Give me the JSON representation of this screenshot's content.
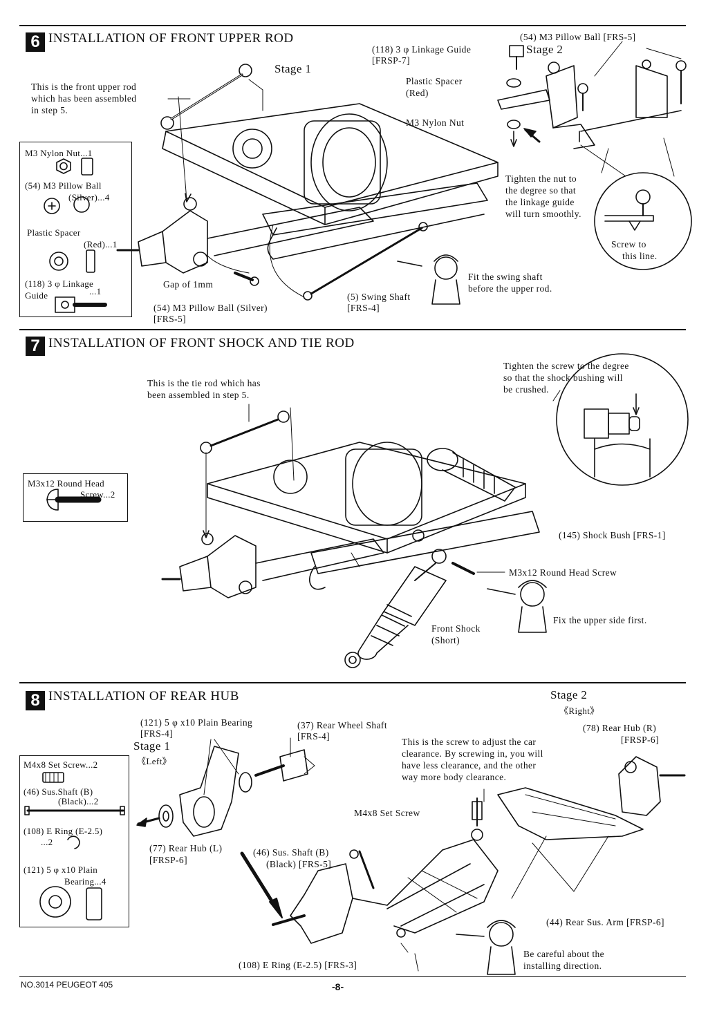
{
  "section6": {
    "number": "6",
    "title": "INSTALLATION OF FRONT UPPER ROD",
    "stage1": "Stage 1",
    "stage2": "Stage 2",
    "intro": [
      "This is the front upper rod",
      "which has been assembled",
      "in step 5."
    ],
    "parts_box": {
      "nylon_nut": "M3 Nylon Nut...1",
      "pillow_ball_1": "(54) M3 Pillow Ball",
      "pillow_ball_2": "(Silver)...4",
      "spacer_1": "Plastic Spacer",
      "spacer_2": "(Red)...1",
      "guide_1": "(118) 3 φ Linkage",
      "guide_2": "Guide",
      "guide_3": "...1"
    },
    "labels": {
      "pillow_ball_frs5_top": "(54) M3 Pillow Ball [FRS-5]",
      "linkage_guide_1": "(118) 3 φ Linkage Guide",
      "linkage_guide_2": "[FRSP-7]",
      "plastic_spacer_1": "Plastic Spacer",
      "plastic_spacer_2": "(Red)",
      "nylon_nut": "M3 Nylon Nut",
      "tighten": [
        "Tighten the nut to",
        "the degree so that",
        "the linkage guide",
        "will turn smoothly."
      ],
      "screw_to_1": "Screw to",
      "screw_to_2": "this line.",
      "gap": "Gap of 1mm",
      "pillow_ball_silver_1": "(54) M3 Pillow Ball (Silver)",
      "pillow_ball_silver_2": "[FRS-5]",
      "swing_shaft_1": "(5) Swing Shaft",
      "swing_shaft_2": "[FRS-4]",
      "fit_swing": [
        "Fit the swing shaft",
        "before the upper rod."
      ]
    }
  },
  "section7": {
    "number": "7",
    "title": "INSTALLATION OF FRONT SHOCK AND TIE ROD",
    "intro": [
      "This is the tie rod which has",
      "been assembled in step 5."
    ],
    "tighten_screw": [
      "Tighten the screw to the degree",
      "so that the shock bushing will",
      "be crushed."
    ],
    "parts_box": {
      "screw_1": "M3x12 Round Head",
      "screw_2": "Screw...2"
    },
    "labels": {
      "shock_bush": "(145) Shock Bush [FRS-1]",
      "round_head": "M3x12 Round Head Screw",
      "fix_upper": "Fix the upper side first.",
      "front_shock_1": "Front Shock",
      "front_shock_2": "(Short)"
    }
  },
  "section8": {
    "number": "8",
    "title": "INSTALLATION OF REAR HUB",
    "stage1": "Stage 1",
    "stage1_sub": "《Left》",
    "stage2": "Stage 2",
    "stage2_sub": "《Right》",
    "parts_box": {
      "set_screw": "M4x8 Set Screw...2",
      "sus_shaft_1": "(46) Sus.Shaft (B)",
      "sus_shaft_2": "(Black)...2",
      "e_ring_1": "(108) E Ring (E-2.5)",
      "e_ring_2": "...2",
      "bearing_1": "(121) 5 φ x10 Plain",
      "bearing_2": "Bearing...4"
    },
    "labels": {
      "plain_bearing_1": "(121) 5 φ x10 Plain Bearing",
      "plain_bearing_2": "[FRS-4]",
      "rear_wheel_shaft_1": "(37) Rear Wheel Shaft",
      "rear_wheel_shaft_2": "[FRS-4]",
      "adjust_screw": [
        "This is the screw to adjust the car",
        "clearance. By screwing in, you will",
        "have less clearance, and the other",
        "way more body clearance."
      ],
      "rear_hub_r_1": "(78) Rear Hub (R)",
      "rear_hub_r_2": "[FRSP-6]",
      "set_screw": "M4x8 Set Screw",
      "rear_hub_l_1": "(77) Rear Hub (L)",
      "rear_hub_l_2": "[FRSP-6]",
      "sus_shaft_1": "(46) Sus. Shaft (B)",
      "sus_shaft_2": "(Black) [FRS-5]",
      "rear_sus_arm": "(44) Rear Sus. Arm [FRSP-6]",
      "careful": [
        "Be careful about the",
        "installing direction."
      ],
      "e_ring": "(108) E Ring (E-2.5) [FRS-3]"
    }
  },
  "footer": {
    "model": "NO.3014 PEUGEOT 405",
    "page": "-8-"
  }
}
